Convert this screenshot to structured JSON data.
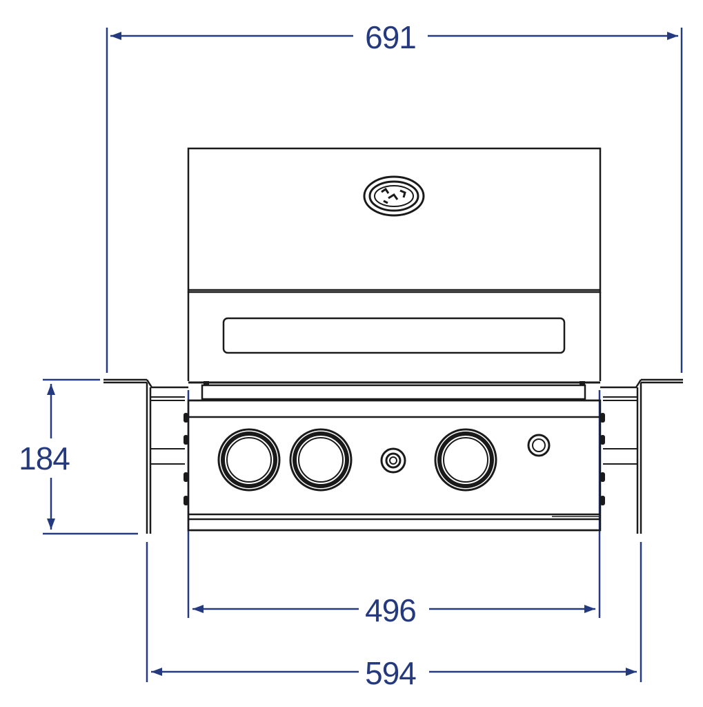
{
  "colors": {
    "dimension": "#253a7e",
    "outline": "#1a1a1a",
    "background": "#ffffff"
  },
  "dimensions": {
    "overall_width": "691",
    "height": "184",
    "cutout_inner_width": "496",
    "cutout_outer_width": "594"
  },
  "icons": {
    "lid_emblem": "thermometer-gauge-icon",
    "knobs": "control-knob-icon",
    "igniter": "igniter-button-icon",
    "light_switch": "light-switch-icon"
  }
}
